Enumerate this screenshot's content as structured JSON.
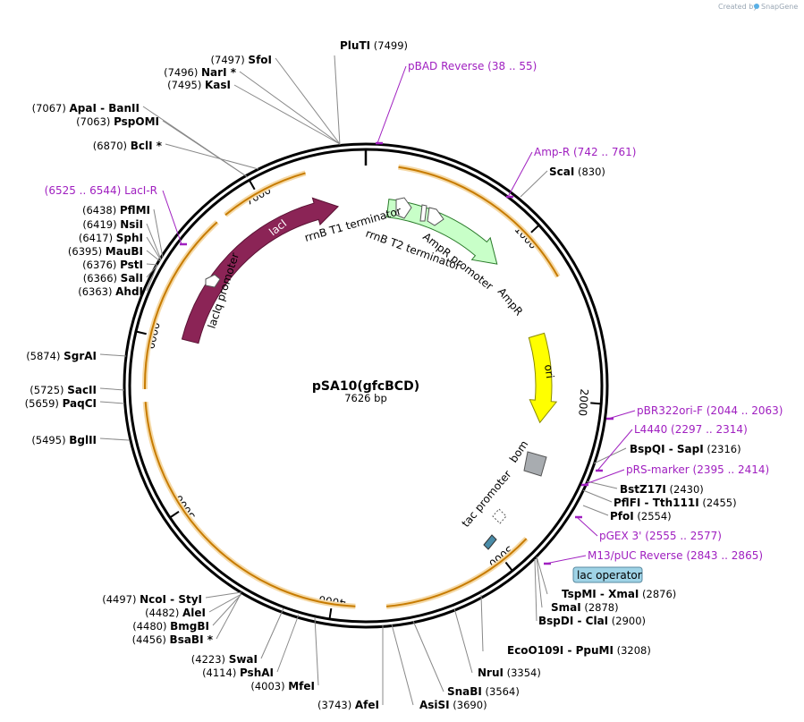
{
  "credit": {
    "prefix": "Created by",
    "brand": "SnapGene"
  },
  "plasmid": {
    "name": "pSA10(gfcBCD)",
    "length_label": "7626 bp",
    "length": 7626
  },
  "ticks": [
    {
      "pos": 1000,
      "label": "1000"
    },
    {
      "pos": 2000,
      "label": "2000"
    },
    {
      "pos": 3000,
      "label": "3000"
    },
    {
      "pos": 4000,
      "label": "4000"
    },
    {
      "pos": 5000,
      "label": "5000"
    },
    {
      "pos": 6000,
      "label": "6000"
    },
    {
      "pos": 7000,
      "label": "7000"
    }
  ],
  "features": [
    {
      "name": "lacI",
      "start": 6000,
      "end": 7430,
      "color": "#8b2456",
      "type": "cds"
    },
    {
      "name": "AmpR",
      "start": 100,
      "end": 960,
      "color": "#c8ffc8",
      "type": "cds"
    },
    {
      "name": "ori",
      "start": 1505,
      "end": 2095,
      "color": "#ffff00",
      "type": "origin"
    },
    {
      "name": "bom",
      "color": "#a8acb0",
      "type": "misc"
    },
    {
      "name": "lacIq promoter",
      "type": "promoter"
    },
    {
      "name": "rrnB T1 terminator",
      "type": "terminator"
    },
    {
      "name": "rrnB T2 terminator",
      "type": "terminator"
    },
    {
      "name": "AmpR promoter",
      "type": "promoter"
    },
    {
      "name": "tac promoter",
      "type": "promoter"
    },
    {
      "name": "lac operator",
      "type": "protein_bind"
    }
  ],
  "orfs": [
    {
      "start": 180,
      "end": 1200
    },
    {
      "start": 2780,
      "end": 3770
    },
    {
      "start": 3850,
      "end": 5600
    },
    {
      "start": 6900,
      "end": 7300
    }
  ],
  "sites": [
    {
      "name": "PluTI",
      "pos": "(7499)"
    },
    {
      "name": "SfoI",
      "pos": "(7497)"
    },
    {
      "name": "NarI *",
      "pos": "(7496)"
    },
    {
      "name": "KasI",
      "pos": "(7495)"
    },
    {
      "name": "ApaI",
      "name2": "BanII",
      "pos": "(7067)"
    },
    {
      "name": "PspOMI",
      "pos": "(7063)"
    },
    {
      "name": "BclI *",
      "pos": "(6870)"
    },
    {
      "name": "PflMI",
      "pos": "(6438)"
    },
    {
      "name": "NsiI",
      "pos": "(6419)"
    },
    {
      "name": "SphI",
      "pos": "(6417)"
    },
    {
      "name": "MauBI",
      "pos": "(6395)"
    },
    {
      "name": "PstI",
      "pos": "(6376)"
    },
    {
      "name": "SalI",
      "pos": "(6366)"
    },
    {
      "name": "AhdI",
      "pos": "(6363)"
    },
    {
      "name": "SgrAI",
      "pos": "(5874)"
    },
    {
      "name": "SacII",
      "pos": "(5725)"
    },
    {
      "name": "PaqCI",
      "pos": "(5659)"
    },
    {
      "name": "BglII",
      "pos": "(5495)"
    },
    {
      "name": "NcoI",
      "name2": "StyI",
      "pos": "(4497)"
    },
    {
      "name": "AleI",
      "pos": "(4482)"
    },
    {
      "name": "BmgBI",
      "pos": "(4480)"
    },
    {
      "name": "BsaBI *",
      "pos": "(4456)"
    },
    {
      "name": "SwaI",
      "pos": "(4223)"
    },
    {
      "name": "PshAI",
      "pos": "(4114)"
    },
    {
      "name": "MfeI",
      "pos": "(4003)"
    },
    {
      "name": "AfeI",
      "pos": "(3743)"
    },
    {
      "name": "AsiSI",
      "pos": "(3690)"
    },
    {
      "name": "SnaBI",
      "pos": "(3564)"
    },
    {
      "name": "NruI",
      "pos": "(3354)"
    },
    {
      "name": "EcoO109I",
      "name2": "PpuMI",
      "pos": "(3208)"
    },
    {
      "name": "BspDI",
      "name2": "ClaI",
      "pos": "(2900)"
    },
    {
      "name": "SmaI",
      "pos": "(2878)"
    },
    {
      "name": "TspMI",
      "name2": "XmaI",
      "pos": "(2876)"
    },
    {
      "name": "PfoI",
      "pos": "(2554)"
    },
    {
      "name": "PflFI",
      "name2": "Tth111I",
      "pos": "(2455)"
    },
    {
      "name": "BstZ17I",
      "pos": "(2430)"
    },
    {
      "name": "BspQI",
      "name2": "SapI",
      "pos": "(2316)"
    },
    {
      "name": "ScaI",
      "pos": "(830)"
    }
  ],
  "primers": [
    {
      "name": "pBAD Reverse",
      "range": "(38 .. 55)"
    },
    {
      "name": "Amp-R",
      "range": "(742 .. 761)"
    },
    {
      "name": "pBR322ori-F",
      "range": "(2044 .. 2063)"
    },
    {
      "name": "L4440",
      "range": "(2297 .. 2314)"
    },
    {
      "name": "pRS-marker",
      "range": "(2395 .. 2414)"
    },
    {
      "name": "pGEX 3'",
      "range": "(2555 .. 2577)"
    },
    {
      "name": "M13/pUC Reverse",
      "range": "(2843 .. 2865)"
    },
    {
      "name": "LacI-R",
      "range": "(6525 .. 6544)"
    }
  ]
}
